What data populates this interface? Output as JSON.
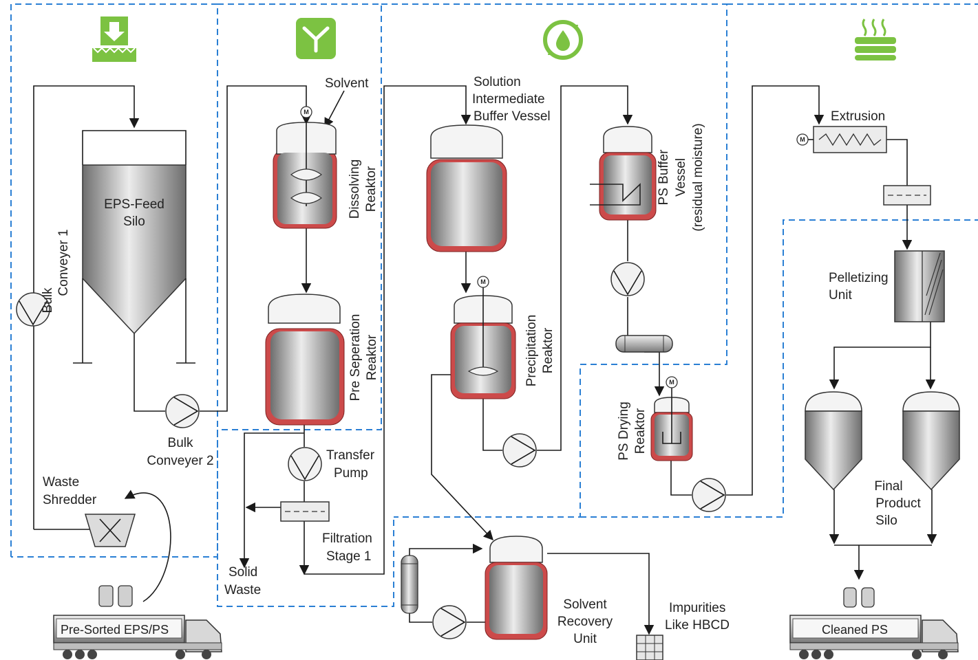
{
  "colors": {
    "zone_border": "#2a7fd4",
    "icon_green": "#7cc242",
    "vessel_shell": "#cc4a4a",
    "line": "#1a1a1a"
  },
  "icons": [
    "pretreatment-icon",
    "dissolving-icon",
    "recovery-icon",
    "drying-icon"
  ],
  "labels": {
    "solvent": "Solvent",
    "motor": "M",
    "eps_feed_silo": [
      "EPS-Feed",
      "Silo"
    ],
    "bulk_conveyer_1": [
      "Bulk",
      "Conveyer 1"
    ],
    "bulk_conveyer_2": [
      "Bulk",
      "Conveyer 2"
    ],
    "waste_shredder": [
      "Waste",
      "Shredder"
    ],
    "pre_sorted": "Pre-Sorted EPS/PS",
    "dissolving_reaktor": [
      "Dissolving",
      "Reaktor"
    ],
    "pre_separation_reaktor": [
      "Pre Seperation",
      "Reaktor"
    ],
    "transfer_pump": [
      "Transfer",
      "Pump"
    ],
    "filtration_stage": [
      "Filtration",
      "Stage 1"
    ],
    "solid_waste": [
      "Solid",
      "Waste"
    ],
    "solution_buffer": [
      "Solution",
      "Intermediate",
      "Buffer Vessel"
    ],
    "precipitation_reaktor": [
      "Precipitation",
      "Reaktor"
    ],
    "ps_buffer_vessel": [
      "PS Buffer",
      "Vessel",
      "(residual moisture)"
    ],
    "ps_drying_reaktor": [
      "PS Drying",
      "Reaktor"
    ],
    "solvent_recovery": [
      "Solvent",
      "Recovery",
      "Unit"
    ],
    "impurities": [
      "Impurities",
      "Like HBCD"
    ],
    "extrusion": "Extrusion",
    "pelletizing_unit": [
      "Pelletizing",
      "Unit"
    ],
    "final_product_silo": [
      "Final",
      "Product",
      "Silo"
    ],
    "cleaned_ps": "Cleaned PS"
  }
}
